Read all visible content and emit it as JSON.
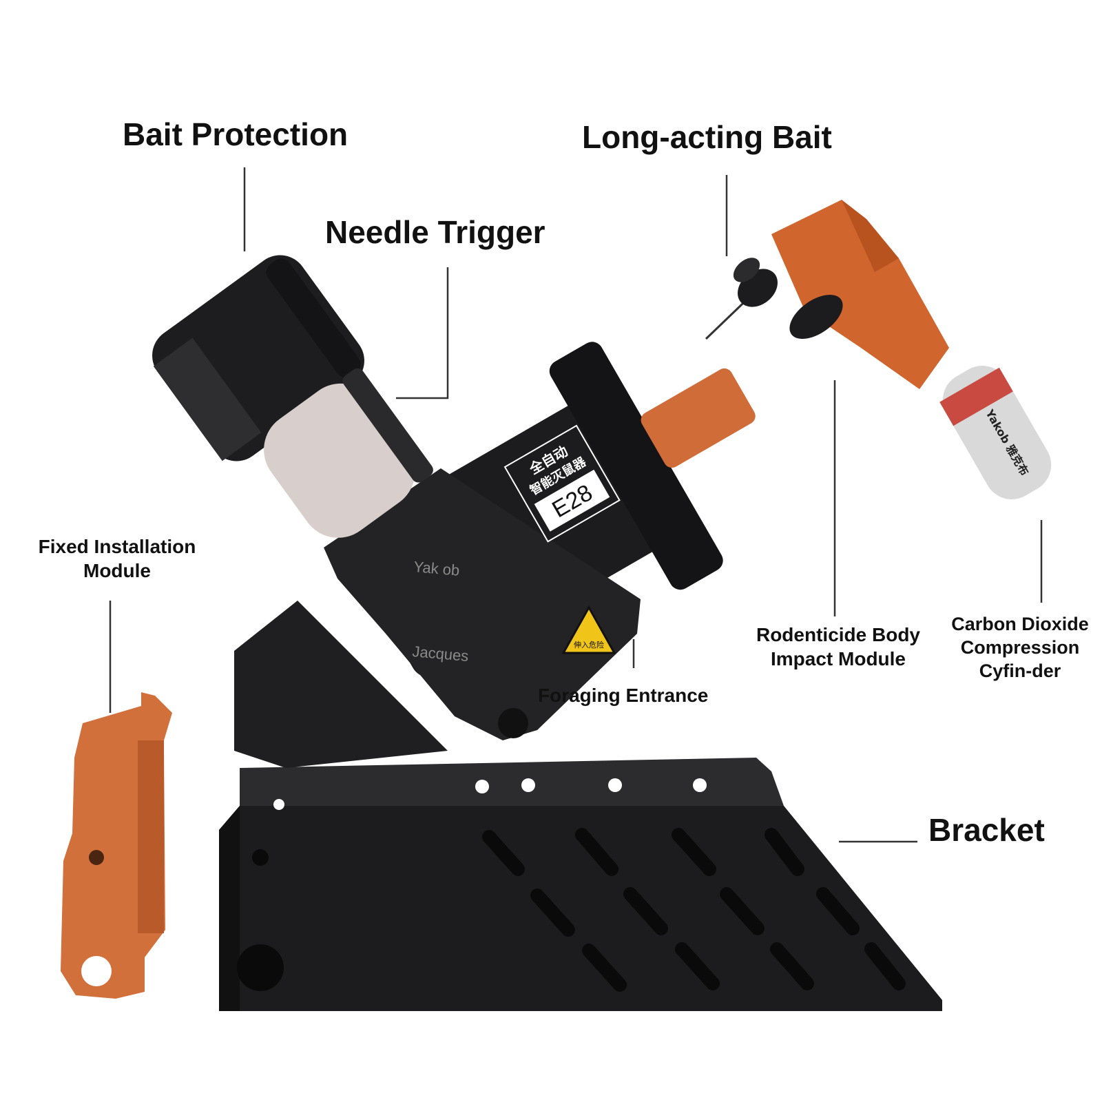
{
  "labels": {
    "bait_protection": "Bait Protection",
    "needle_trigger": "Needle Trigger",
    "long_acting_bait": "Long-acting Bait",
    "fixed_installation_module": [
      "Fixed Installation",
      "Module"
    ],
    "rodenticide_body_impact_module": [
      "Rodenticide Body",
      "Impact Module"
    ],
    "carbon_dioxide_cylinder": [
      "Carbon Dioxide",
      "Compression",
      "Cyfin-der"
    ],
    "foraging_entrance": "Foraging Entrance",
    "bracket": "Bracket"
  },
  "device_markings": {
    "model": "E28",
    "chinese_label": [
      "全自动",
      "智能灭鼠器"
    ],
    "brand_top": "Yak ob",
    "brand_bottom": "Jacques",
    "cylinder_brand": "Yakob 雅克布",
    "warning_text": "伸入危险"
  },
  "colors": {
    "body_black": "#1c1c1e",
    "accent_orange": "#d0652e",
    "bait_pink": "#d8cfcc",
    "cylinder_silver": "#d9d9d9",
    "warning_yellow": "#f0c419"
  }
}
